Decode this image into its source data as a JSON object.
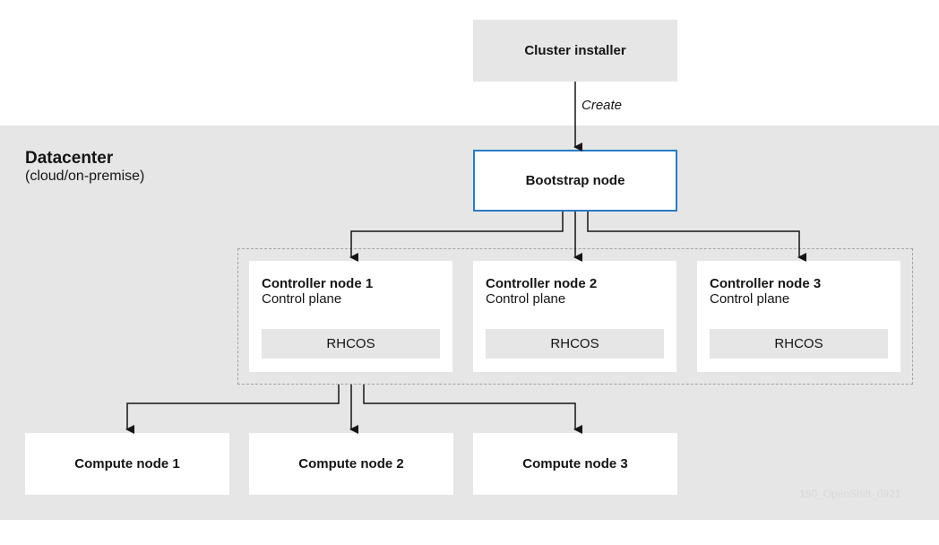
{
  "datacenter": {
    "title": "Datacenter",
    "subtitle": "(cloud/on-premise)"
  },
  "installer": {
    "label": "Cluster installer"
  },
  "create_label": "Create",
  "bootstrap": {
    "label": "Bootstrap node"
  },
  "controllers": [
    {
      "title": "Controller node 1",
      "subtitle": "Control plane",
      "os": "RHCOS"
    },
    {
      "title": "Controller node 2",
      "subtitle": "Control plane",
      "os": "RHCOS"
    },
    {
      "title": "Controller node 3",
      "subtitle": "Control plane",
      "os": "RHCOS"
    }
  ],
  "computes": [
    {
      "label": "Compute node 1"
    },
    {
      "label": "Compute node 2"
    },
    {
      "label": "Compute node 3"
    }
  ],
  "watermark": "150_OpenShift_0921",
  "colors": {
    "panel": "#e6e6e6",
    "accent": "#2b7cc1",
    "text": "#151515"
  }
}
